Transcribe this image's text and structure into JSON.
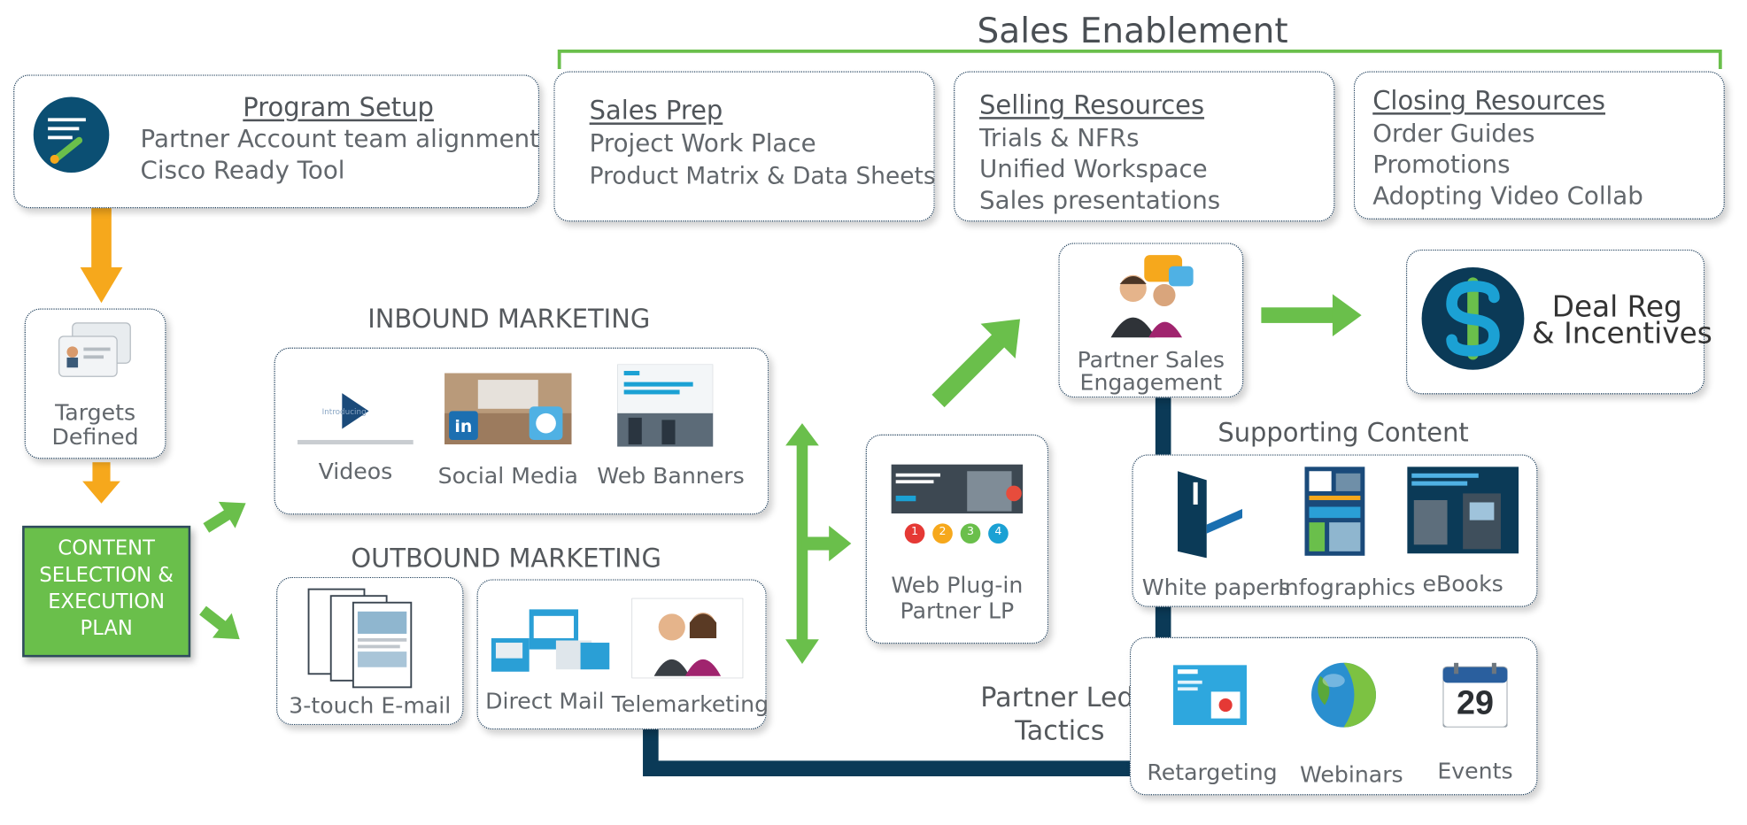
{
  "title": "Sales Enablement",
  "program_setup": {
    "heading": "Program Setup",
    "lines": [
      "Partner Account team alignment",
      "Cisco Ready Tool"
    ]
  },
  "sales_prep": {
    "heading": "Sales Prep",
    "lines": [
      "Project Work Place",
      "Product Matrix & Data Sheets"
    ]
  },
  "selling_resources": {
    "heading": "Selling Resources",
    "lines": [
      "Trials & NFRs",
      "Unified Workspace",
      "Sales presentations"
    ]
  },
  "closing_resources": {
    "heading": "Closing Resources",
    "lines": [
      "Order Guides",
      "Promotions",
      "Adopting Video Collab"
    ]
  },
  "targets": {
    "lines": [
      "Targets",
      "Defined"
    ]
  },
  "content_plan": {
    "lines": [
      "CONTENT",
      "SELECTION &",
      "EXECUTION",
      "PLAN"
    ]
  },
  "inbound": {
    "title": "INBOUND MARKETING",
    "items": [
      "Videos",
      "Social Media",
      "Web Banners"
    ]
  },
  "outbound": {
    "title": "OUTBOUND MARKETING",
    "email": "3-touch E-mail",
    "items": [
      "Direct Mail",
      "Telemarketing"
    ]
  },
  "web_plugin": {
    "lines": [
      "Web Plug-in",
      "Partner LP"
    ],
    "steps": [
      "1",
      "2",
      "3",
      "4"
    ]
  },
  "partner_sales": {
    "lines": [
      "Partner Sales",
      "Engagement"
    ]
  },
  "deal_reg": {
    "lines": [
      "Deal Reg",
      "& Incentives"
    ]
  },
  "supporting": {
    "title": "Supporting Content",
    "items": [
      "White papers",
      "Infographics",
      "eBooks"
    ]
  },
  "partner_led": {
    "title_lines": [
      "Partner Led",
      "Tactics"
    ],
    "items": [
      "Retargeting",
      "Webinars",
      "Events"
    ],
    "calendar_day": "29"
  },
  "colors": {
    "green": "#6abf4b",
    "orange": "#f6a81c",
    "navy": "#0b3a57",
    "cyan": "#1ba1d4",
    "plan_box": "#6abf4b"
  }
}
